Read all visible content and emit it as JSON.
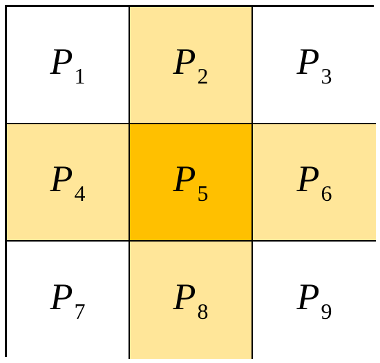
{
  "diagram": {
    "colors": {
      "plain": "#ffffff",
      "neighbor": "#ffe699",
      "center": "#ffc000",
      "border": "#000000"
    },
    "cells": [
      {
        "letter": "P",
        "index": "1",
        "shade": "plain"
      },
      {
        "letter": "P",
        "index": "2",
        "shade": "neighbor"
      },
      {
        "letter": "P",
        "index": "3",
        "shade": "plain"
      },
      {
        "letter": "P",
        "index": "4",
        "shade": "neighbor"
      },
      {
        "letter": "P",
        "index": "5",
        "shade": "center"
      },
      {
        "letter": "P",
        "index": "6",
        "shade": "neighbor"
      },
      {
        "letter": "P",
        "index": "7",
        "shade": "plain"
      },
      {
        "letter": "P",
        "index": "8",
        "shade": "neighbor"
      },
      {
        "letter": "P",
        "index": "9",
        "shade": "plain"
      }
    ]
  }
}
